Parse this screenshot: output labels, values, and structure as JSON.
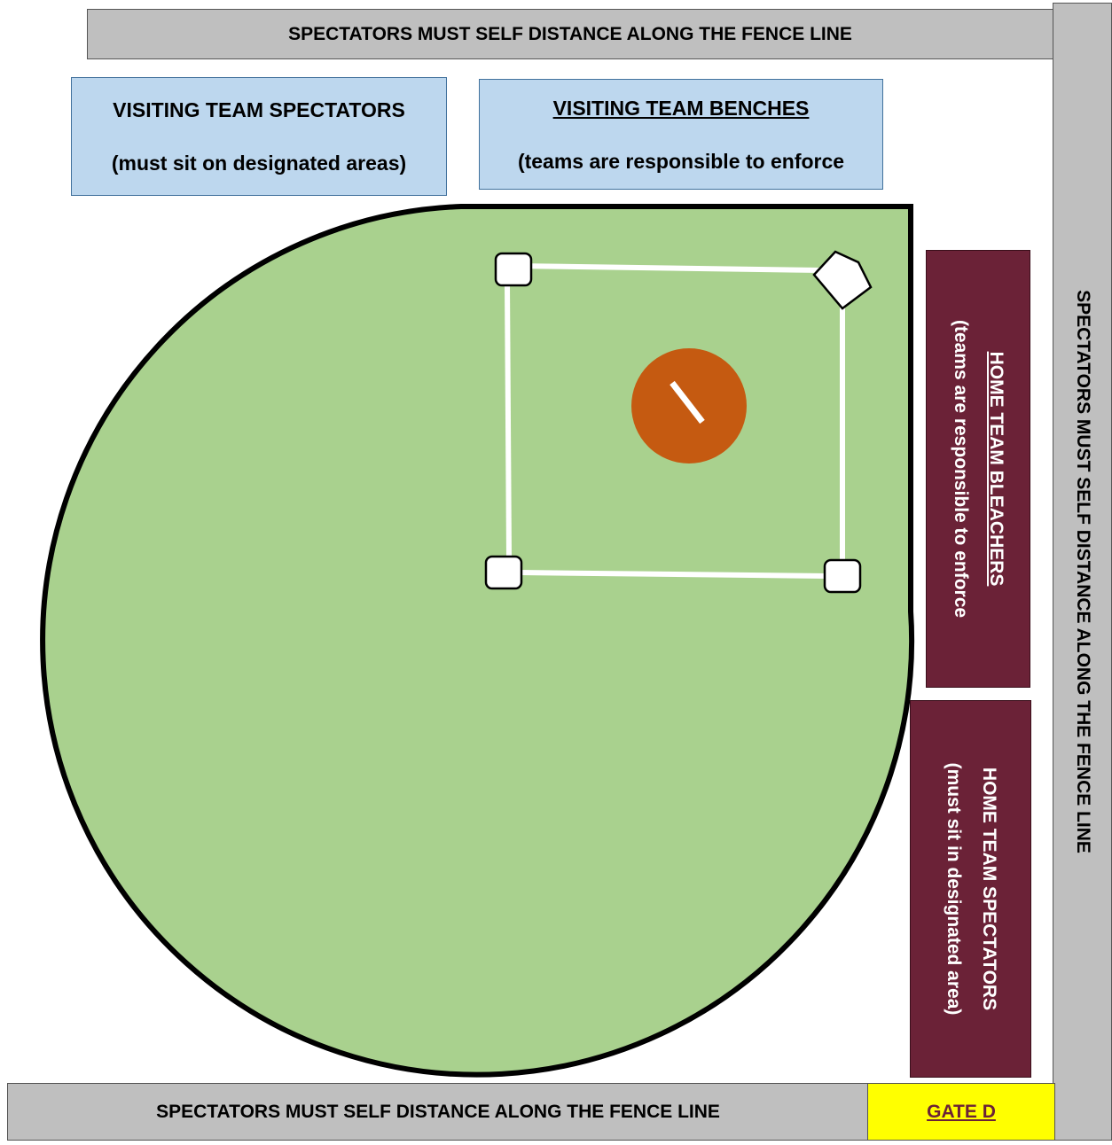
{
  "fences": {
    "top": "SPECTATORS MUST SELF DISTANCE ALONG THE FENCE LINE",
    "right": "SPECTATORS MUST SELF DISTANCE ALONG THE FENCE LINE",
    "bottom": "SPECTATORS MUST SELF DISTANCE ALONG THE FENCE LINE"
  },
  "gate": {
    "label": "GATE D"
  },
  "visiting_spectators": {
    "title": "VISITING TEAM SPECTATORS",
    "note": "(must sit on designated areas)"
  },
  "visiting_benches": {
    "title": "VISITING TEAM BENCHES",
    "note": "(teams are responsible to enforce"
  },
  "home_bleachers": {
    "title": "HOME TEAM BLEACHERS",
    "note": "(teams are responsible to enforce"
  },
  "home_spectators": {
    "title": "HOME TEAM SPECTATORS",
    "note": "(must sit in designated area)"
  },
  "colors": {
    "field": "#a9d18e",
    "mound": "#c55a11",
    "fence": "#bfbfbf",
    "visiting": "#bdd7ee",
    "home": "#6b2237",
    "gate": "#ffff00"
  }
}
